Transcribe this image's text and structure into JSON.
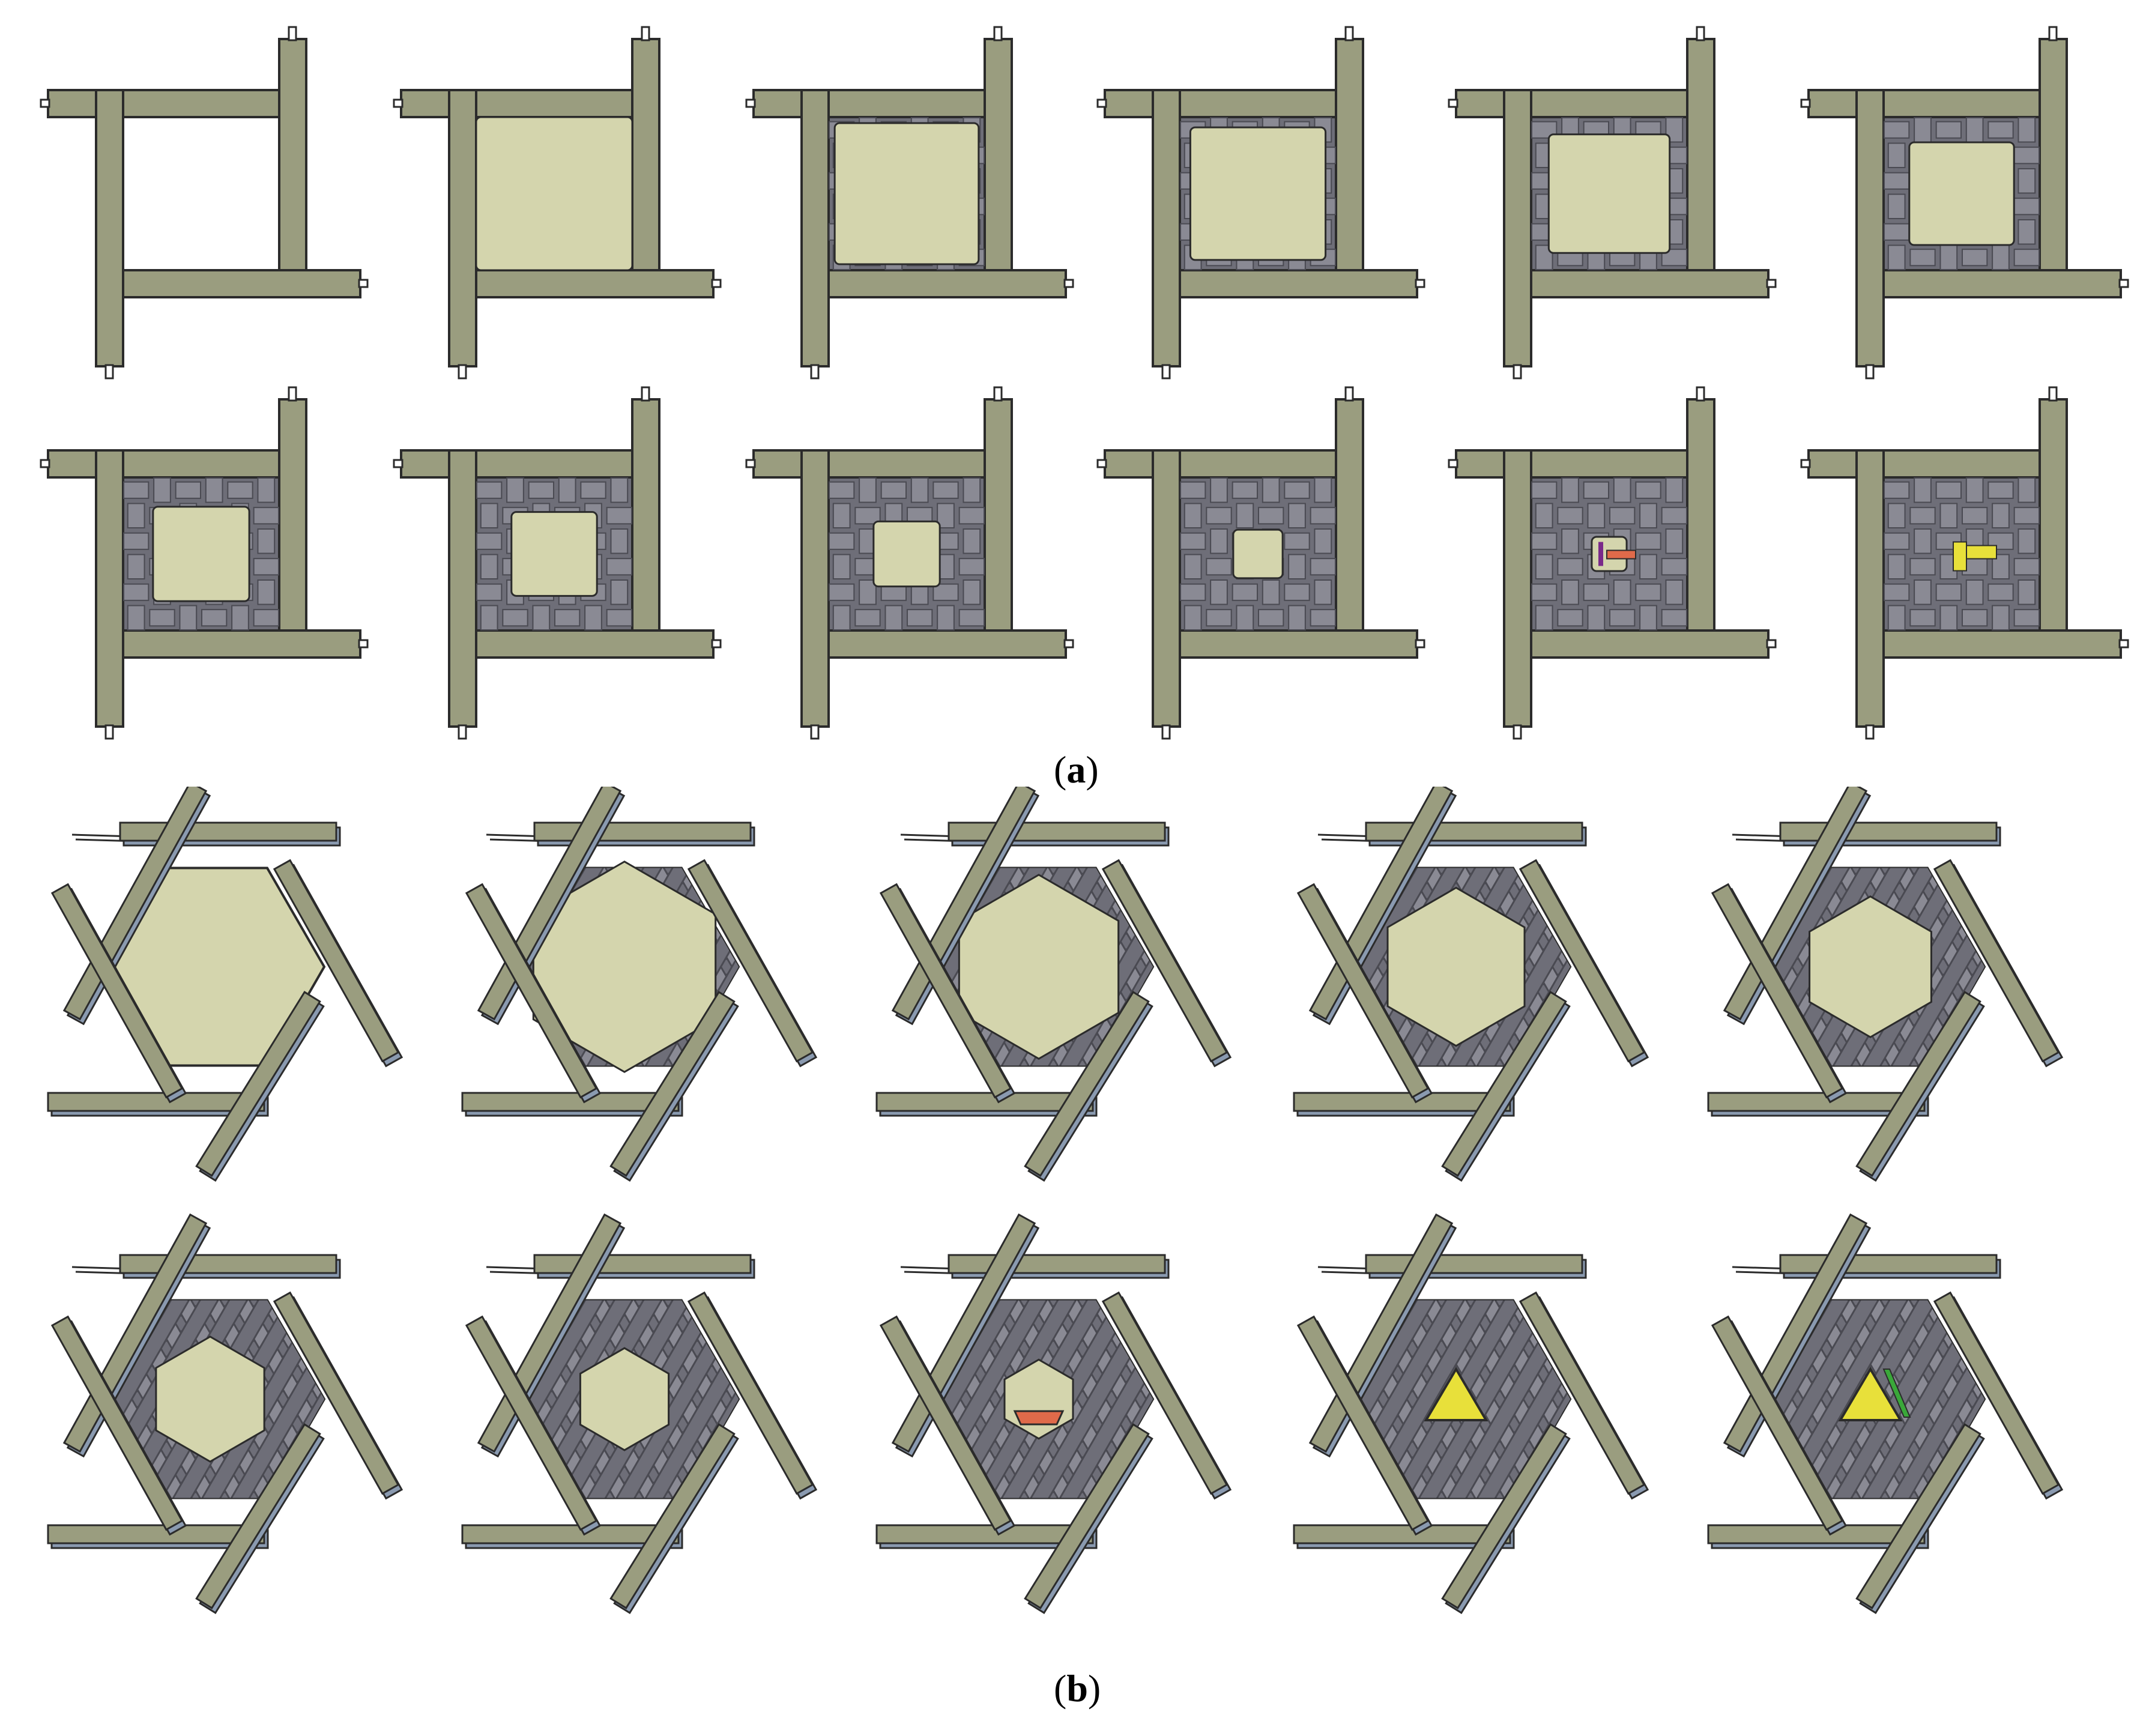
{
  "colors": {
    "frame": "#9a9d7f",
    "frame_dark": "#7a7d62",
    "frame_edge": "#2b2b2b",
    "fill": "#d4d5ad",
    "strand": "#6e6e78",
    "strand_light": "#8a8a94",
    "strand_dark": "#4a4a52",
    "frame_side": "#8a9ab0",
    "accent_purple": "#7a2a8a",
    "accent_orange": "#e06a4a",
    "accent_yellow": "#e8e03a",
    "accent_green": "#3aa83a"
  },
  "captions": {
    "a": {
      "open": "(",
      "letter": "a",
      "close": ")"
    },
    "b": {
      "open": "(",
      "letter": "b",
      "close": ")"
    }
  },
  "panels_a": [
    {
      "stage": 0,
      "fill": 0.0,
      "accent": "none"
    },
    {
      "stage": 1,
      "fill": 1.0,
      "accent": "none"
    },
    {
      "stage": 2,
      "fill": 0.85,
      "accent": "none"
    },
    {
      "stage": 3,
      "fill": 0.75,
      "accent": "none"
    },
    {
      "stage": 4,
      "fill": 0.6,
      "accent": "none"
    },
    {
      "stage": 5,
      "fill": 0.45,
      "accent": "none"
    },
    {
      "stage": 6,
      "fill": 0.38,
      "accent": "none"
    },
    {
      "stage": 7,
      "fill": 0.3,
      "accent": "none"
    },
    {
      "stage": 8,
      "fill": 0.18,
      "accent": "none"
    },
    {
      "stage": 9,
      "fill": 0.1,
      "accent": "none"
    },
    {
      "stage": 10,
      "fill": 0.05,
      "accent": "purple-orange"
    },
    {
      "stage": 11,
      "fill": 0.0,
      "accent": "yellow"
    }
  ],
  "panels_b": [
    {
      "stage": 0,
      "fill": 1.0,
      "accent": "none"
    },
    {
      "stage": 1,
      "fill": 0.85,
      "accent": "none"
    },
    {
      "stage": 2,
      "fill": 0.65,
      "accent": "none"
    },
    {
      "stage": 3,
      "fill": 0.48,
      "accent": "none"
    },
    {
      "stage": 4,
      "fill": 0.38,
      "accent": "none"
    },
    {
      "stage": 5,
      "fill": 0.3,
      "accent": "none"
    },
    {
      "stage": 6,
      "fill": 0.2,
      "accent": "none"
    },
    {
      "stage": 7,
      "fill": 0.12,
      "accent": "orange"
    },
    {
      "stage": 8,
      "fill": 0.0,
      "accent": "yellow"
    },
    {
      "stage": 9,
      "fill": 0.0,
      "accent": "yellow-green"
    }
  ]
}
